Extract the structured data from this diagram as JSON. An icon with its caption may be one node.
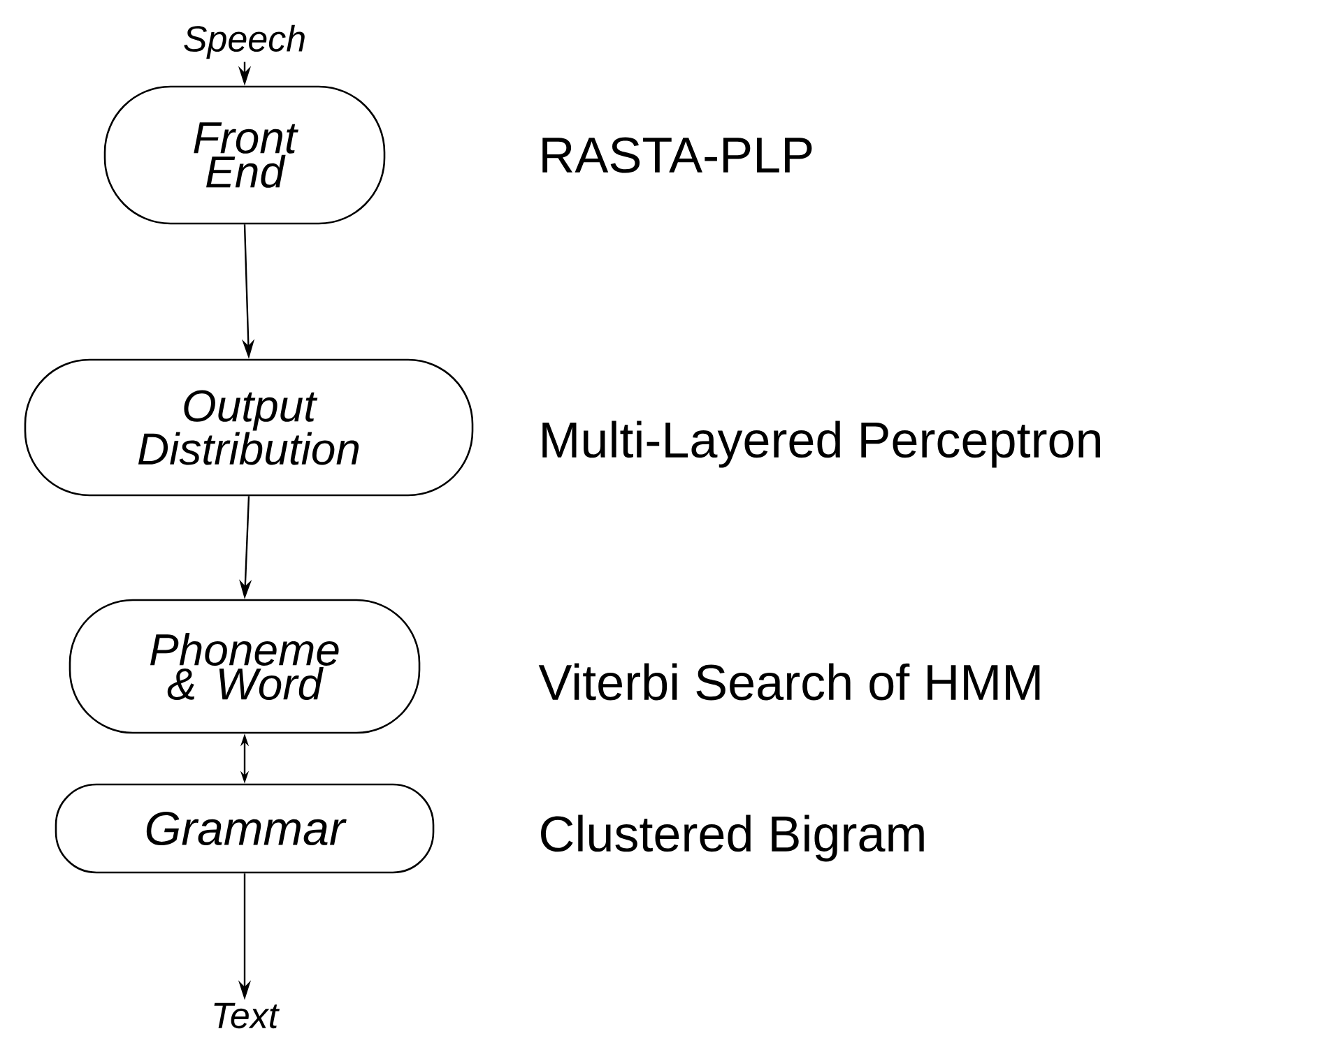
{
  "diagram": {
    "nodes": [
      {
        "text": [
          "Speech"
        ]
      },
      {
        "text": [
          "Front End"
        ],
        "beside": [
          "RASTA-PLP"
        ]
      },
      {
        "text": [
          "Output Distribution"
        ],
        "beside": [
          "Multi-Layered Perceptron"
        ]
      },
      {
        "text": [
          "Phoneme & Word"
        ],
        "beside": [
          "Viterbi Search of HMM"
        ]
      },
      {
        "text": [
          "Grammar"
        ],
        "beside": [
          "Clustered Bigram"
        ]
      },
      {
        "text": [
          "Text"
        ]
      }
    ],
    "edges": [
      {
        "from": 0,
        "to": 1,
        "arrow": "to"
      },
      {
        "from": 1,
        "to": 2,
        "arrow": "to"
      },
      {
        "from": 2,
        "to": 3,
        "arrow": "to"
      },
      {
        "from": 3,
        "to": 4,
        "arrow": "both"
      },
      {
        "from": 4,
        "to": 5,
        "arrow": "to"
      }
    ]
  }
}
